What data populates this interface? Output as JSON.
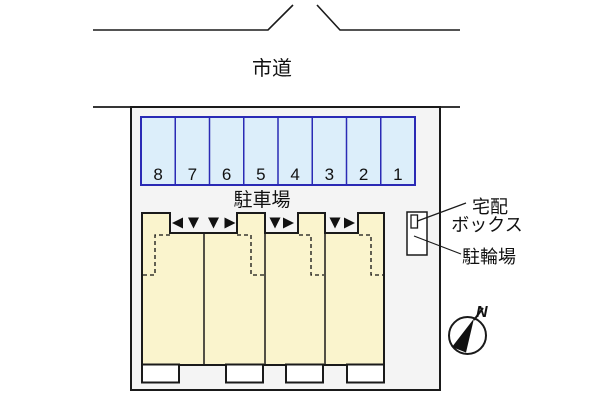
{
  "road": {
    "label": "市道"
  },
  "site": {
    "shape": "rectangle"
  },
  "parking": {
    "label": "駐車場",
    "space_count": 8,
    "space_numbers": [
      "8",
      "7",
      "6",
      "5",
      "4",
      "3",
      "2",
      "1"
    ]
  },
  "building": {
    "unit_count": 4,
    "entrance_arrows": [
      "left",
      "down",
      "down",
      "right",
      "down",
      "right",
      "down",
      "right"
    ]
  },
  "annotations": {
    "delivery_box": {
      "line1": "宅配",
      "line2": "ボックス"
    },
    "bicycle_parking": "駐輪場"
  },
  "compass": {
    "label": "N"
  },
  "colors": {
    "site_fill": "#f4f4f4",
    "parking_fill": "#dceefa",
    "parking_border": "#2a2ab5",
    "building_fill": "#faf4cd",
    "outline": "#1a1a1a"
  }
}
